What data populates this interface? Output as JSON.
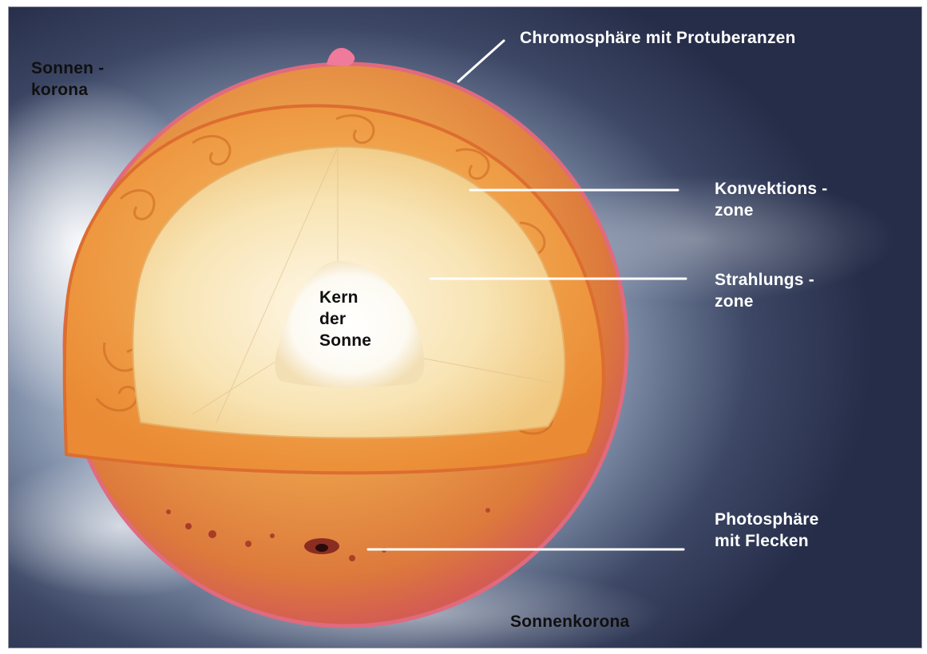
{
  "labels": {
    "corona_top_left": "Sonnen -\nkorona",
    "chromosphere": "Chromosphäre mit Protuberanzen",
    "convection_zone": "Konvektions -\nzone",
    "radiation_zone": "Strahlungs -\nzone",
    "core": "Kern\nder\nSonne",
    "photosphere": "Photosphäre\nmit Flecken",
    "corona_bottom": "Sonnenkorona"
  },
  "colors": {
    "sky_dark": "#262d49",
    "corona_glow": "#f4f7fb",
    "photosphere": "#e3893a",
    "photosphere_rim": "#e06a7e",
    "convection": "#f0a23a",
    "radiation": "#f6e2b8",
    "core": "#ffffff",
    "label_light": "#ffffff",
    "label_dark": "#101010",
    "leader_line": "#ffffff"
  }
}
